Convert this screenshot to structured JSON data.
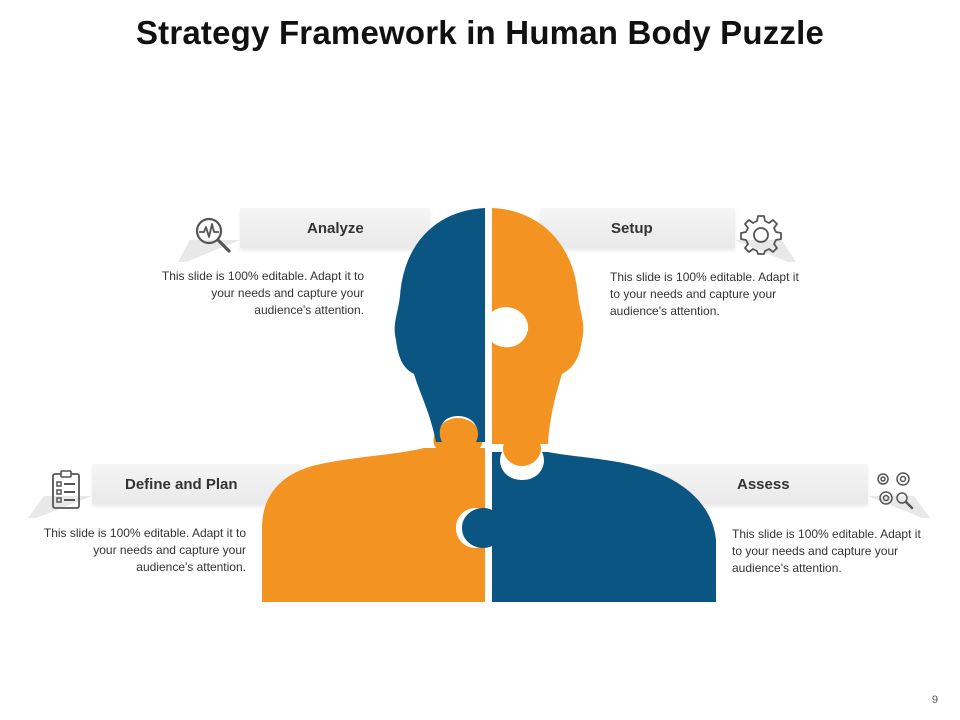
{
  "title": "Strategy Framework in Human Body Puzzle",
  "page_number": "9",
  "colors": {
    "blue": "#0b5583",
    "orange": "#f39422",
    "banner": "#ededed",
    "icon": "#555555"
  },
  "sections": [
    {
      "label": "Analyze",
      "icon": "magnifier-heartbeat-icon",
      "description": "This slide is 100% editable. Adapt it to your needs and capture your audience's attention."
    },
    {
      "label": "Setup",
      "icon": "gear-icon",
      "description": "This slide is 100% editable. Adapt it to your needs and capture your audience's attention."
    },
    {
      "label": "Define and Plan",
      "icon": "checklist-clipboard-icon",
      "description": "This slide is 100% editable. Adapt it to your needs and capture your audience's attention."
    },
    {
      "label": "Assess",
      "icon": "gears-magnifier-icon",
      "description": "This slide is 100% editable. Adapt it to your needs and capture your audience's attention."
    }
  ]
}
